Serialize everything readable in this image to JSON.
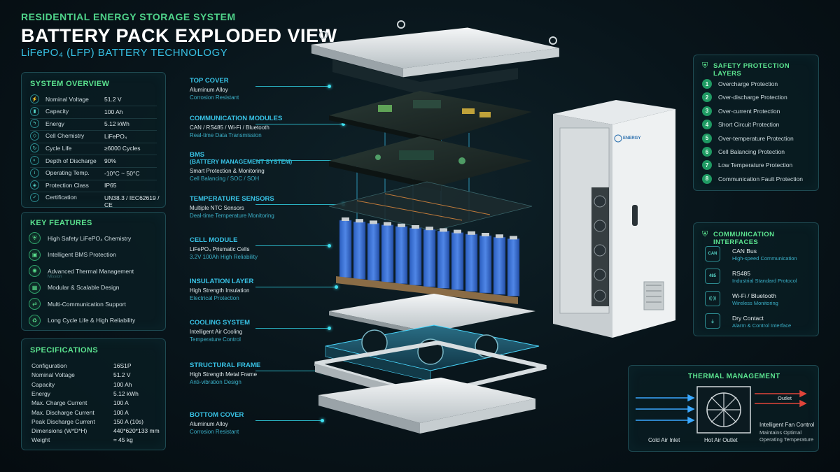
{
  "header": {
    "subtitle": "Residential Energy Storage System",
    "title": "BATTERY PACK EXPLODED VIEW",
    "tech": "LiFePO₄ (LFP) BATTERY TECHNOLOGY"
  },
  "overview": {
    "title": "System Overview",
    "rows": [
      {
        "icon": "voltage-icon",
        "glyph": "⚡",
        "label": "Nominal Voltage",
        "value": "51.2 V"
      },
      {
        "icon": "capacity-icon",
        "glyph": "▮",
        "label": "Capacity",
        "value": "100 Ah"
      },
      {
        "icon": "energy-icon",
        "glyph": "ϟ",
        "label": "Energy",
        "value": "5.12 kWh"
      },
      {
        "icon": "chemistry-icon",
        "glyph": "◇",
        "label": "Cell Chemistry",
        "value": "LiFePO₄"
      },
      {
        "icon": "cycle-icon",
        "glyph": "↻",
        "label": "Cycle Life",
        "value": "≥6000 Cycles"
      },
      {
        "icon": "discharge-icon",
        "glyph": "◐",
        "label": "Depth of Discharge",
        "value": "90%"
      },
      {
        "icon": "thermometer-icon",
        "glyph": "≀",
        "label": "Operating Temp.",
        "value": "-10°C ~ 50°C"
      },
      {
        "icon": "shield-icon",
        "glyph": "◈",
        "label": "Protection Class",
        "value": "IP65"
      },
      {
        "icon": "certificate-icon",
        "glyph": "✓",
        "label": "Certification",
        "value": "UN38.3 / IEC62619 / CE"
      }
    ]
  },
  "features": {
    "title": "Key Features",
    "items": [
      {
        "icon": "safety-icon",
        "glyph": "⛨",
        "label": "High Safety LiFePO₄ Chemistry",
        "sub": ""
      },
      {
        "icon": "bms-icon",
        "glyph": "▣",
        "label": "Intelligent BMS Protection",
        "sub": ""
      },
      {
        "icon": "thermal-icon",
        "glyph": "✺",
        "label": "Advanced Thermal Management",
        "sub": "Mission"
      },
      {
        "icon": "modular-icon",
        "glyph": "▦",
        "label": "Modular & Scalable Design",
        "sub": ""
      },
      {
        "icon": "communication-icon",
        "glyph": "⇄",
        "label": "Multi-Communication Support",
        "sub": ""
      },
      {
        "icon": "reliability-icon",
        "glyph": "♻",
        "label": "Long Cycle Life & High Reliability",
        "sub": ""
      }
    ]
  },
  "specs": {
    "title": "Specifications",
    "rows": [
      {
        "label": "Configuration",
        "value": "16S1P"
      },
      {
        "label": "Nominal Voltage",
        "value": "51.2 V"
      },
      {
        "label": "Capacity",
        "value": "100 Ah"
      },
      {
        "label": "Energy",
        "value": "5.12 kWh"
      },
      {
        "label": "Max. Charge Current",
        "value": "100 A"
      },
      {
        "label": "Max. Discharge Current",
        "value": "100 A"
      },
      {
        "label": "Peak Discharge Current",
        "value": "150 A (10s)"
      },
      {
        "label": "Dimensions (W*D*H)",
        "value": "440*620*133 mm"
      },
      {
        "label": "Weight",
        "value": "≈ 45 kg"
      }
    ]
  },
  "layers": [
    {
      "title": "Top Cover",
      "title2": "",
      "line": "Aluminum Alloy",
      "sub": "Corrosion Resistant"
    },
    {
      "title": "Communication Modules",
      "title2": "",
      "line": "CAN / RS485 / Wi-Fi / Bluetooth",
      "sub": "Real-time Data Transmission"
    },
    {
      "title": "BMS",
      "title2": "(Battery Management System)",
      "line": "Smart Protection & Monitoring",
      "sub": "Cell Balancing / SOC / SOH"
    },
    {
      "title": "Temperature Sensors",
      "title2": "",
      "line": "Multiple NTC Sensors",
      "sub": "Deal-time Temperature Monitoring"
    },
    {
      "title": "Cell Module",
      "title2": "",
      "line": "LiFePO₄ Prismatic Cells",
      "sub": "3.2V 100Ah High Reliability"
    },
    {
      "title": "Insulation Layer",
      "title2": "",
      "line": "High Strength Insulation",
      "sub": "Electrical Protection"
    },
    {
      "title": "Cooling System",
      "title2": "",
      "line": "Intelligent Air Cooling",
      "sub": "Temperature Control"
    },
    {
      "title": "Structural Frame",
      "title2": "",
      "line": "High Strength Metal Frame",
      "sub": "Anti-vibration Design"
    },
    {
      "title": "Bottom Cover",
      "title2": "",
      "line": "Aluminum Alloy",
      "sub": "Corrosion Resistant"
    }
  ],
  "cabinet": {
    "brand": "ENERGY"
  },
  "safety": {
    "title": "Safety Protection Layers",
    "items": [
      {
        "num": "1",
        "label": "Overcharge Protection"
      },
      {
        "num": "2",
        "label": "Over-discharge Protection"
      },
      {
        "num": "3",
        "label": "Over-current Protection"
      },
      {
        "num": "4",
        "label": "Short Circuit Protection"
      },
      {
        "num": "5",
        "label": "Over-temperature Protection"
      },
      {
        "num": "6",
        "label": "Cell Balancing Protection"
      },
      {
        "num": "7",
        "label": "Low Temperature Protection"
      },
      {
        "num": "8",
        "label": "Communication Fault Protection"
      }
    ]
  },
  "comm": {
    "title": "Communication Interfaces",
    "items": [
      {
        "icon": "can-bus-icon",
        "glyph": "CAN",
        "label": "CAN Bus",
        "sub": "High-speed Communication"
      },
      {
        "icon": "rs485-icon",
        "glyph": "485",
        "label": "RS485",
        "sub": "Industrial Standard Protocol"
      },
      {
        "icon": "wifi-icon",
        "glyph": "((·))",
        "label": "Wi-Fi / Bluetooth",
        "sub": "Wireless Monitoring"
      },
      {
        "icon": "dry-contact-icon",
        "glyph": "⏚",
        "label": "Dry Contact",
        "sub": "Alarm & Control Interface"
      }
    ]
  },
  "thermal": {
    "title": "Thermal Management",
    "cold": "Cold Air Inlet",
    "hot": "Hot Air Outlet",
    "outlet_label": "Outlet",
    "fan_title": "Intelligent Fan Control",
    "fan_sub1": "Maintains Optimal",
    "fan_sub2": "Operating Temperature"
  },
  "colors": {
    "accent_green": "#5be38f",
    "accent_cyan": "#38c3e6",
    "cell_blue": "#2f62c4",
    "warning_red": "#e0443a"
  }
}
